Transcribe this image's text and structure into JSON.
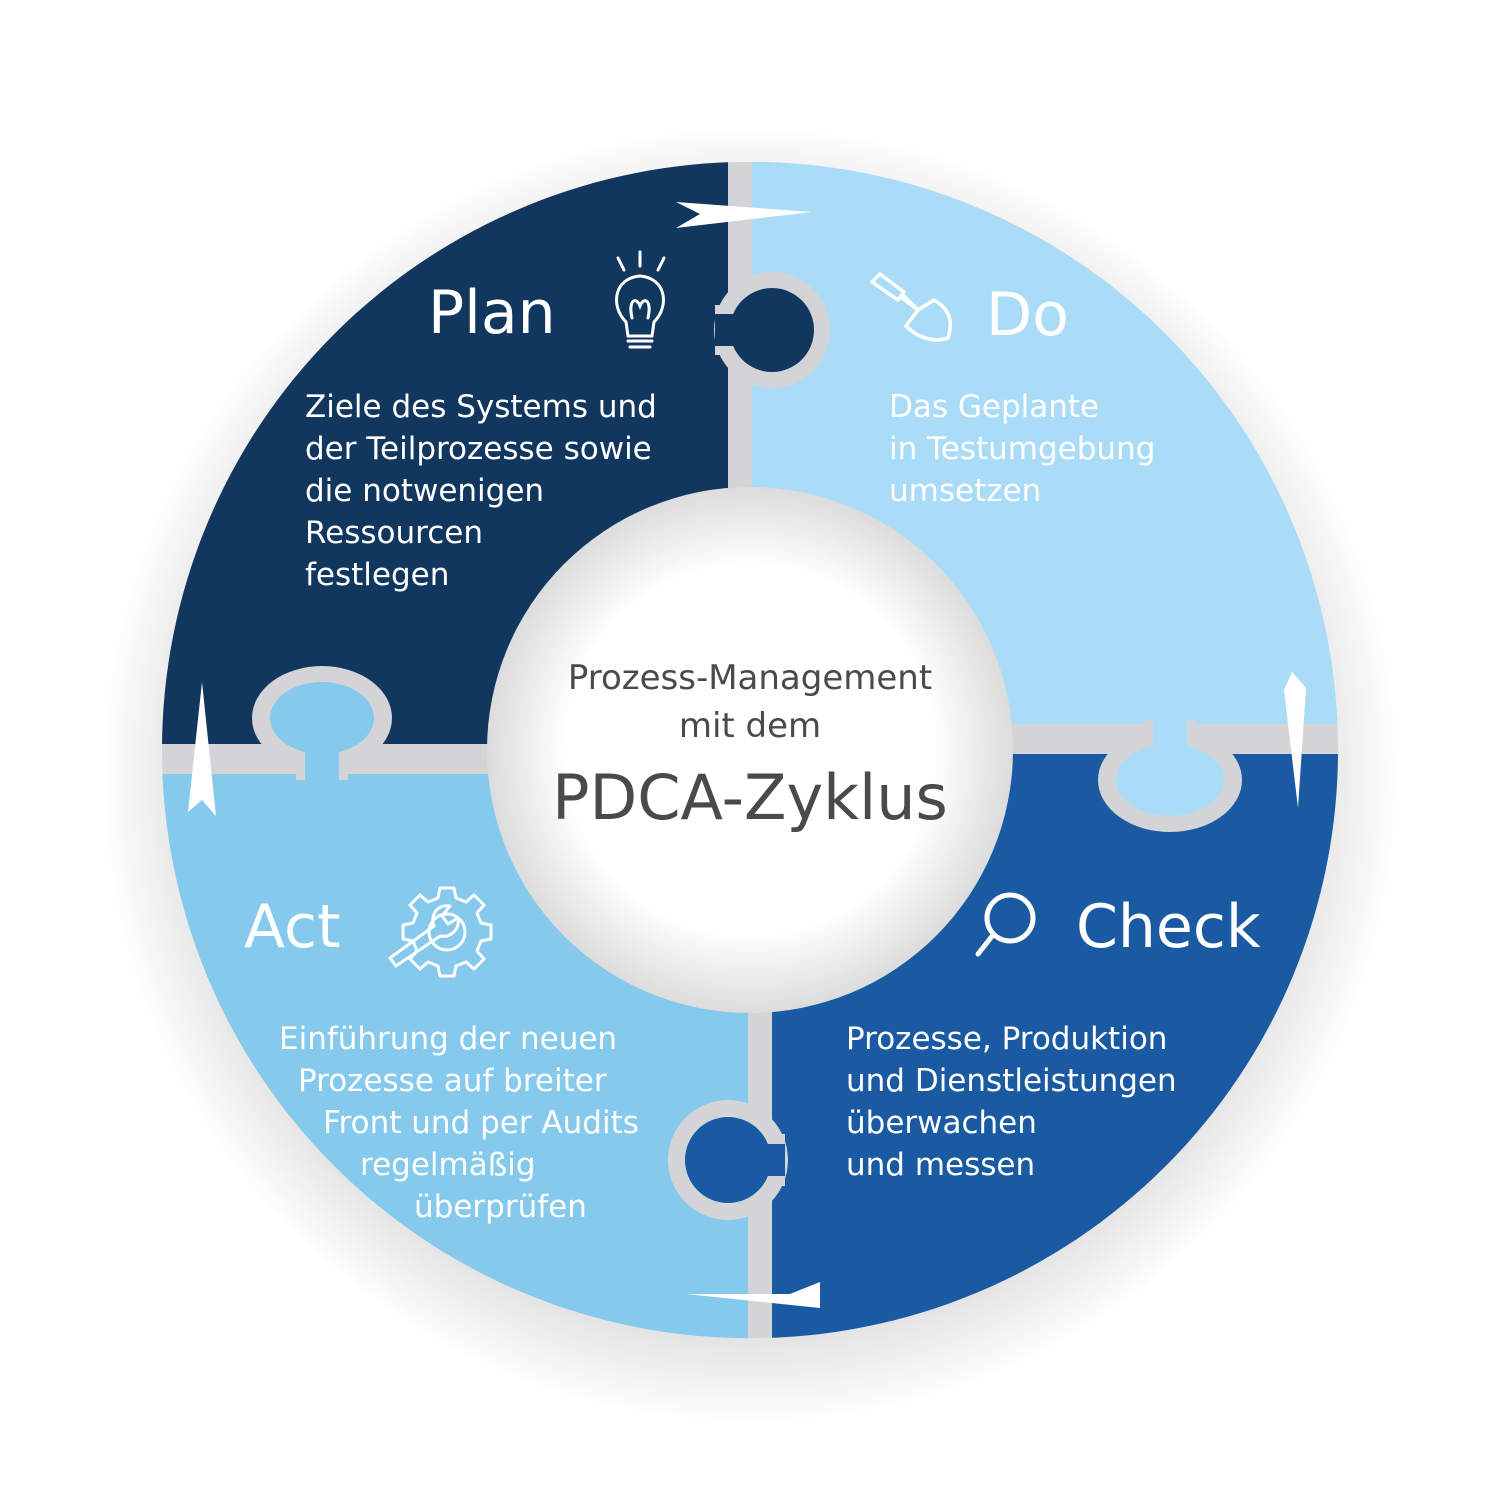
{
  "center": {
    "line1": "Prozess-Management",
    "line2": "mit dem",
    "line3": "PDCA-Zyklus"
  },
  "quadrants": {
    "plan": {
      "title": "Plan",
      "icon": "lightbulb-icon",
      "lines": [
        "Ziele des Systems und",
        "der Teilprozesse sowie",
        "die notwenigen",
        "Ressourcen",
        "festlegen"
      ]
    },
    "do": {
      "title": "Do",
      "icon": "trowel-icon",
      "lines": [
        "Das Geplante",
        "in Testumgebung",
        "umsetzen"
      ]
    },
    "check": {
      "title": "Check",
      "icon": "magnifier-icon",
      "lines": [
        "Prozesse, Produktion",
        "und Dienstleistungen",
        "überwachen",
        "und messen"
      ]
    },
    "act": {
      "title": "Act",
      "icon": "gear-wrench-icon",
      "lines": [
        "Einführung der neuen",
        "Prozesse auf breiter",
        "Front und per Audits",
        "regelmäßig",
        "überprüfen"
      ]
    }
  },
  "colors": {
    "plan": "#12375f",
    "do": "#aadcf7",
    "check": "#1a5aa3",
    "act": "#85c9ec",
    "gap": "#d4d4d6",
    "center_text": "#4a4a4a"
  }
}
